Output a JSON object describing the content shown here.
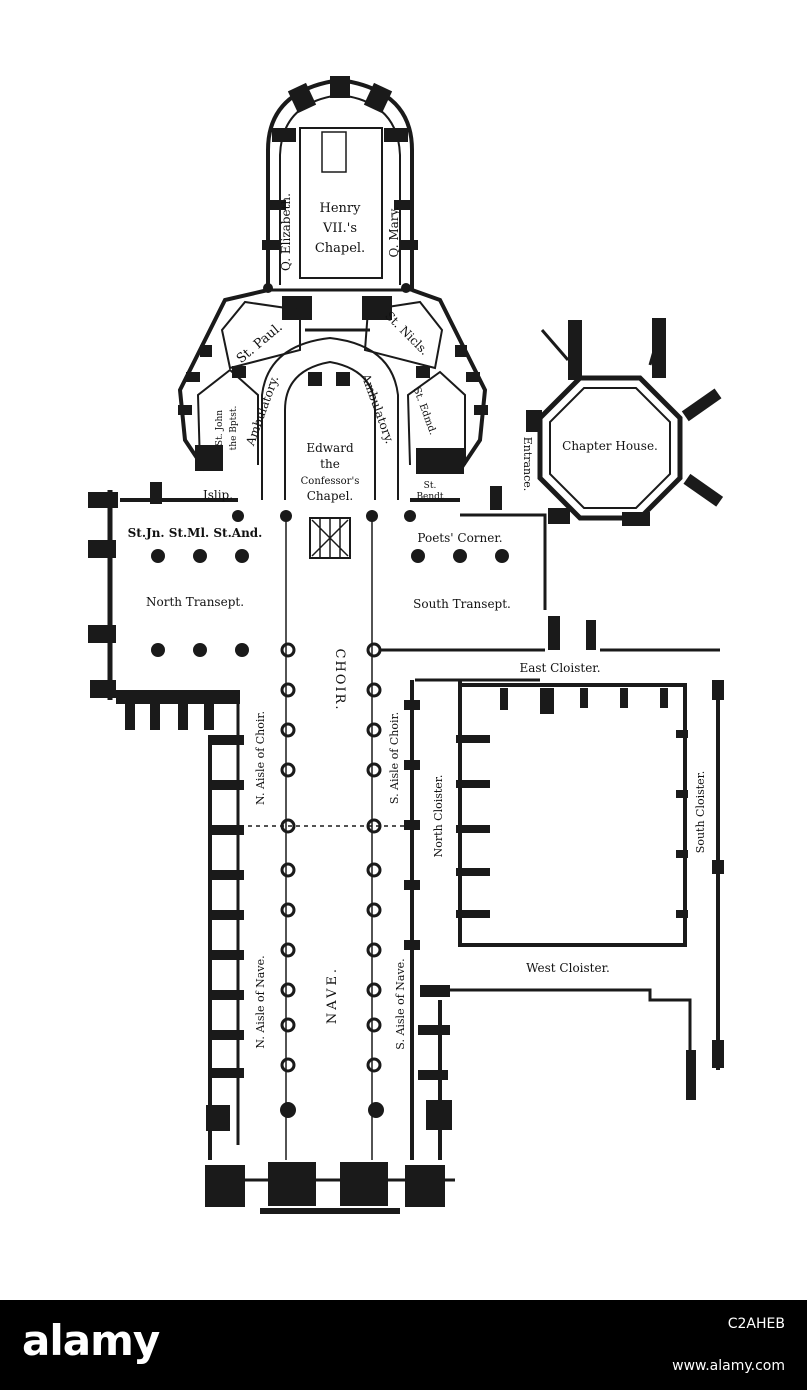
{
  "labels": {
    "henry1": "Henry",
    "henry2": "VII.'s",
    "henry3": "Chapel.",
    "q_elizabeth": "Q. Elizabeth.",
    "q_mary": "Q. Mary.",
    "st_paul": "St. Paul.",
    "st_nicls": "St. Nicls.",
    "st_john1": "St. John",
    "st_john2": "the Bptst.",
    "ambulatory": "Ambulatory.",
    "edward1": "Edward",
    "edward2": "the",
    "edward3": "Confessor's",
    "edward4": "Chapel.",
    "st_edmd": "St. Edmd.",
    "islip": "Islip.",
    "st_bendt1": "St.",
    "st_bendt2": "Bendt",
    "entrance": "Entrance.",
    "chapter_house": "Chapter House.",
    "st_chapels": "St.Jn. St.Ml. St.And.",
    "poets_corner": "Poets' Corner.",
    "north_transept": "North Transept.",
    "south_transept": "South Transept.",
    "choir": "CHOIR.",
    "n_aisle_choir": "N. Aisle of Choir.",
    "s_aisle_choir": "S. Aisle of Choir.",
    "east_cloister": "East Cloister.",
    "north_cloister": "North Cloister.",
    "south_cloister": "South Cloister.",
    "west_cloister": "West Cloister.",
    "nave": "NAVE.",
    "n_aisle_nave": "N. Aisle of Nave.",
    "s_aisle_nave": "S. Aisle of Nave."
  },
  "watermark": {
    "brand": "alamy",
    "image_id": "C2AHEB",
    "url": "www.alamy.com"
  }
}
